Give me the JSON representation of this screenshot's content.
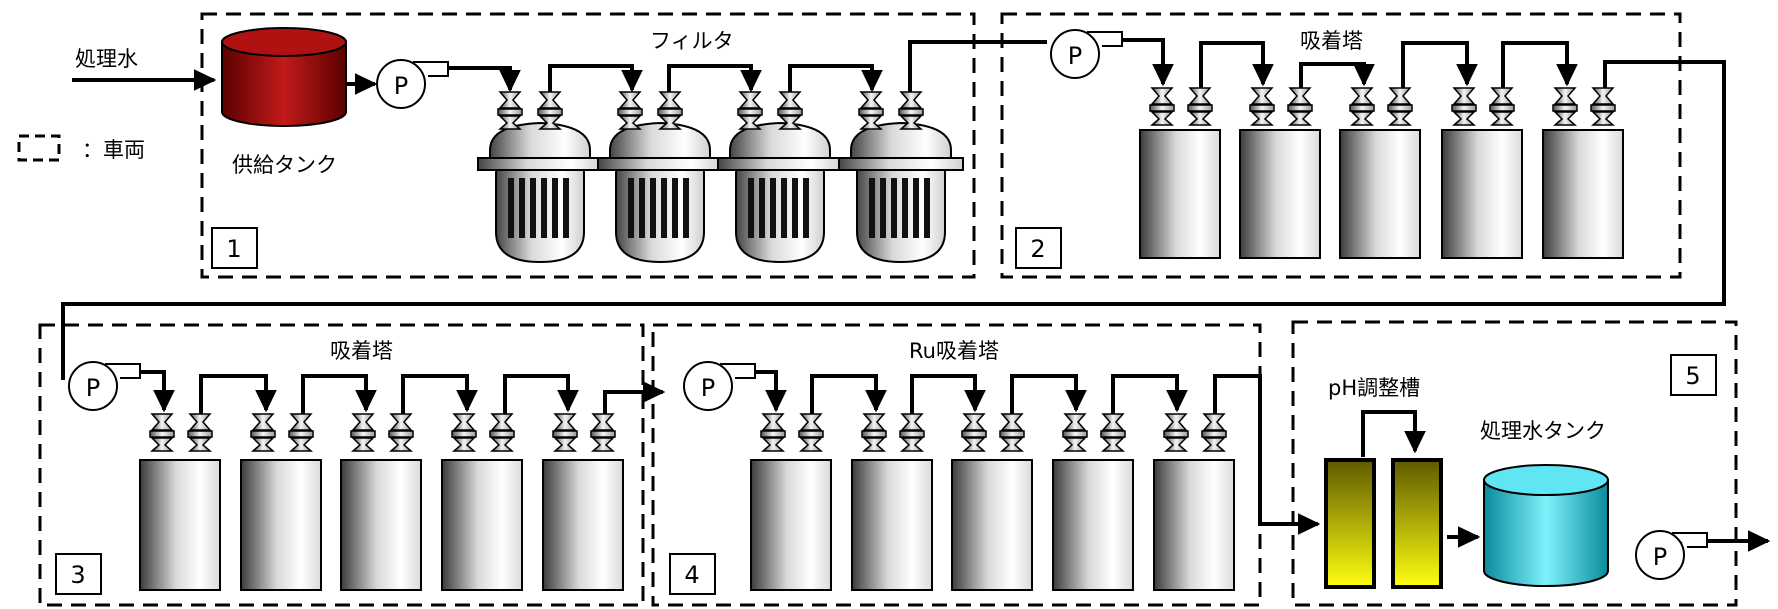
{
  "labels": {
    "inflow": "処理水",
    "legend_text": "：車両",
    "feed_tank": "供給タンク",
    "filter": "フィルタ",
    "adsorber_2": "吸着塔",
    "adsorber_3": "吸着塔",
    "ru_adsorber": "Ru吸着塔",
    "ph_tank": "pH調整槽",
    "treated_tank": "処理水タンク"
  },
  "units": [
    "1",
    "2",
    "3",
    "4",
    "5"
  ],
  "pump_letter": "P",
  "colors": {
    "line": "#000000",
    "feed_tank_dark": "#5c0000",
    "feed_tank_light": "#c21a1a",
    "treated_tank_dark": "#0a8c9c",
    "treated_tank_light": "#7ff2fb",
    "ph_tank_top": "#5e5a00",
    "ph_tank_bottom": "#ffff10"
  }
}
